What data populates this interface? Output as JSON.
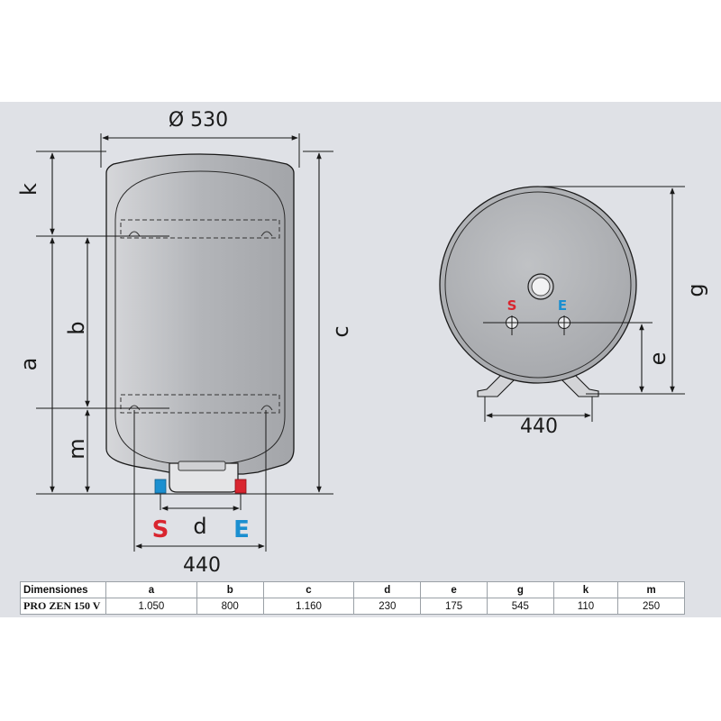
{
  "diagram": {
    "labels": {
      "diameter": "Ø 530",
      "k": "k",
      "a": "a",
      "b": "b",
      "c": "c",
      "m": "m",
      "d": "d",
      "width_front": "440",
      "width_side": "440",
      "e": "e",
      "g": "g",
      "outlet": "S",
      "inlet": "E",
      "outlet_side": "S",
      "inlet_side": "E"
    },
    "colors": {
      "background": "#dfe1e6",
      "tank_fill": "#b6b8bc",
      "outlet_red": "#d9252f",
      "inlet_blue": "#1b8fd0"
    }
  },
  "table": {
    "header": [
      "Dimensiones",
      "a",
      "b",
      "c",
      "d",
      "e",
      "g",
      "k",
      "m"
    ],
    "row": [
      "PRO ZEN 150 V",
      "1.050",
      "800",
      "1.160",
      "230",
      "175",
      "545",
      "110",
      "250"
    ]
  }
}
